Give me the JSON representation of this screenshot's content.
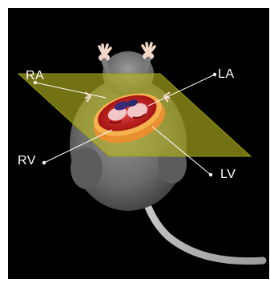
{
  "labels": {
    "ra": "RA",
    "la": "LA",
    "rv": "RV",
    "lv": "LV"
  },
  "colors": {
    "background": "#000000",
    "plane": "#b8b820",
    "body": "#6f6f6f",
    "heart_rim": "#f0a040",
    "heart_tissue": "#c81e1e",
    "label_text": "#ffffff"
  }
}
